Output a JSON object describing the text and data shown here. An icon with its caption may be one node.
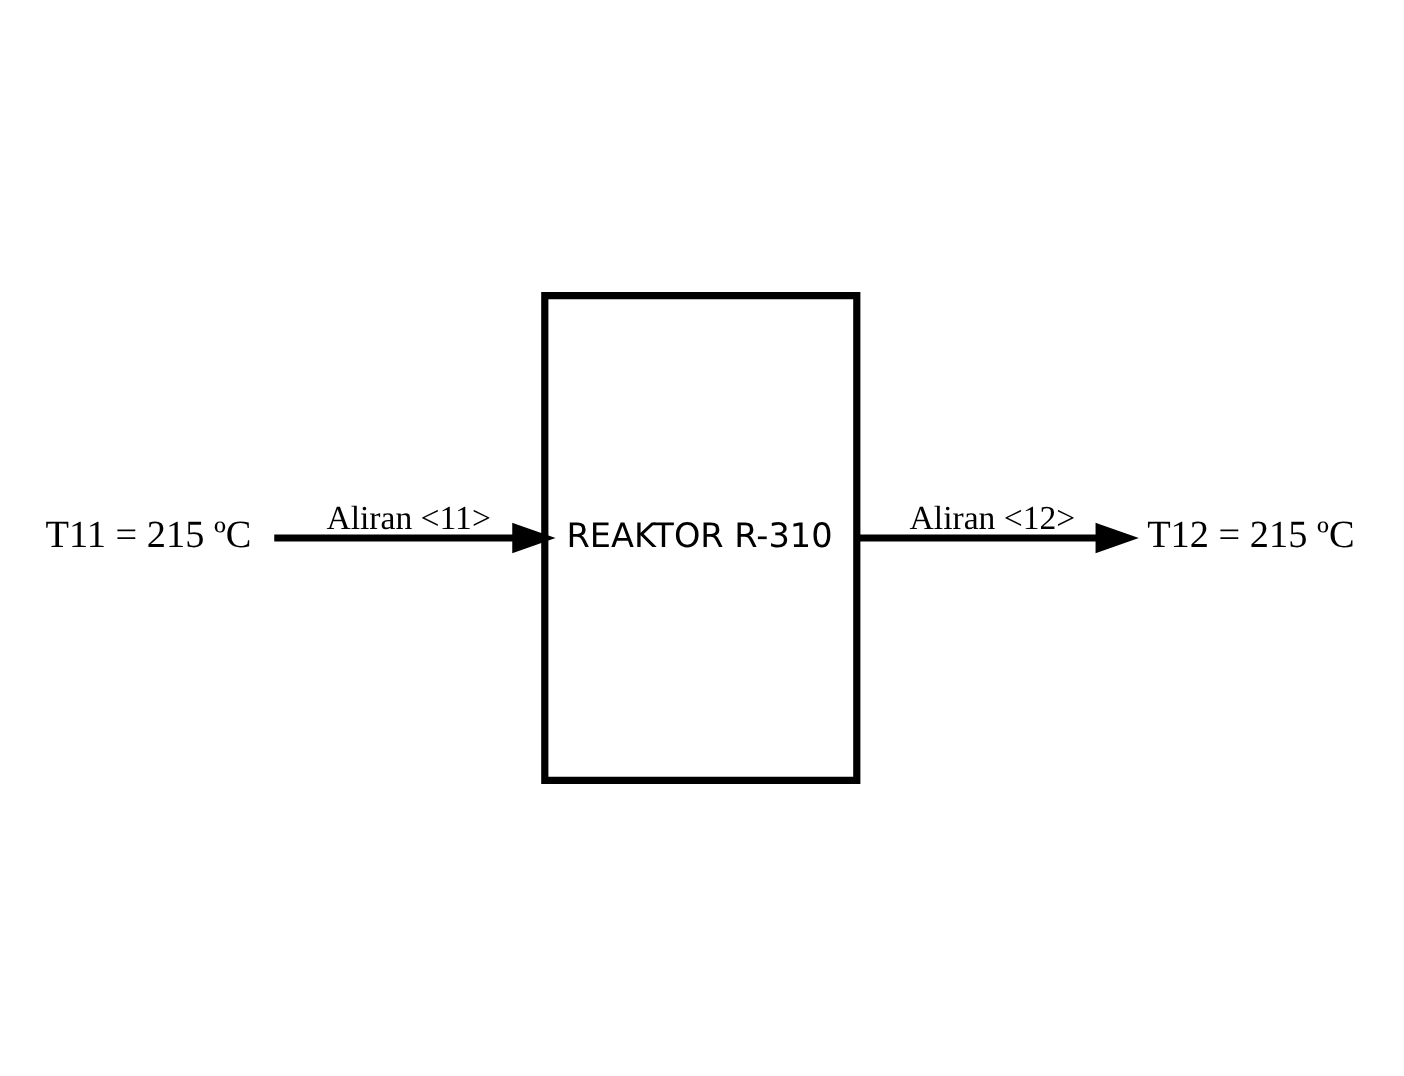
{
  "diagram": {
    "nodes": [
      {
        "text": [
          "T11 = 215 ºC"
        ]
      },
      {
        "text": [
          "REAKTOR R-310"
        ]
      },
      {
        "text": [
          "T12 = 215 ºC"
        ]
      }
    ],
    "edges": [
      {
        "from": 0,
        "to": 1,
        "arrow": "to",
        "label": "Aliran <11>"
      },
      {
        "from": 1,
        "to": 2,
        "arrow": "to",
        "label": "Aliran <12>"
      }
    ]
  }
}
